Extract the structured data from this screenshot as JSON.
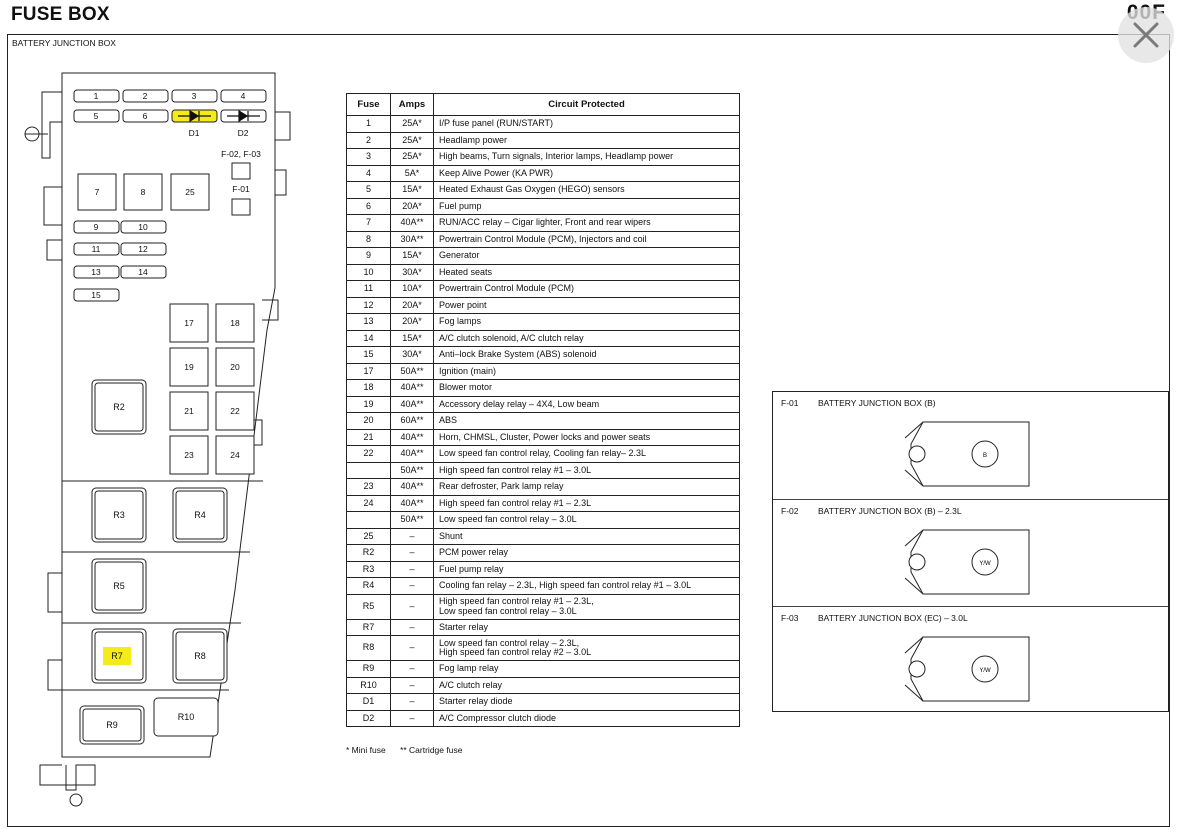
{
  "header": {
    "title": "FUSE BOX",
    "code": "00F",
    "frame_label": "BATTERY JUNCTION BOX"
  },
  "colors": {
    "highlight": "#f5ea1a",
    "line": "#222222"
  },
  "diagram": {
    "mini_fuses": [
      "1",
      "2",
      "3",
      "4",
      "5",
      "6",
      "9",
      "10",
      "11",
      "12",
      "13",
      "14",
      "15"
    ],
    "diodes": [
      "D1",
      "D2"
    ],
    "relay_labels": [
      "F-02, F-03",
      "F-01"
    ],
    "cartridge_fuses": [
      "7",
      "8",
      "25",
      "17",
      "18",
      "19",
      "20",
      "21",
      "22",
      "23",
      "24"
    ],
    "relays": [
      "R2",
      "R3",
      "R4",
      "R5",
      "R7",
      "R8",
      "R9",
      "R10"
    ],
    "highlighted": [
      "D1",
      "R7"
    ]
  },
  "table": {
    "headers": [
      "Fuse",
      "Amps",
      "Circuit Protected"
    ],
    "rows": [
      {
        "fuse": "1",
        "amps": "25A*",
        "circuit": "I/P fuse panel (RUN/START)"
      },
      {
        "fuse": "2",
        "amps": "25A*",
        "circuit": "Headlamp power"
      },
      {
        "fuse": "3",
        "amps": "25A*",
        "circuit": "High beams, Turn signals, Interior lamps, Headlamp power"
      },
      {
        "fuse": "4",
        "amps": "5A*",
        "circuit": "Keep Alive Power (KA PWR)"
      },
      {
        "fuse": "5",
        "amps": "15A*",
        "circuit": "Heated Exhaust Gas Oxygen (HEGO) sensors"
      },
      {
        "fuse": "6",
        "amps": "20A*",
        "circuit": "Fuel pump"
      },
      {
        "fuse": "7",
        "amps": "40A**",
        "circuit": "RUN/ACC relay – Cigar lighter, Front and rear wipers"
      },
      {
        "fuse": "8",
        "amps": "30A**",
        "circuit": "Powertrain Control Module (PCM), Injectors and coil"
      },
      {
        "fuse": "9",
        "amps": "15A*",
        "circuit": "Generator"
      },
      {
        "fuse": "10",
        "amps": "30A*",
        "circuit": "Heated seats"
      },
      {
        "fuse": "11",
        "amps": "10A*",
        "circuit": "Powertrain Control Module (PCM)"
      },
      {
        "fuse": "12",
        "amps": "20A*",
        "circuit": "Power point"
      },
      {
        "fuse": "13",
        "amps": "20A*",
        "circuit": "Fog lamps"
      },
      {
        "fuse": "14",
        "amps": "15A*",
        "circuit": "A/C clutch solenoid, A/C clutch relay"
      },
      {
        "fuse": "15",
        "amps": "30A*",
        "circuit": "Anti–lock Brake System (ABS) solenoid"
      },
      {
        "fuse": "17",
        "amps": "50A**",
        "circuit": "Ignition (main)"
      },
      {
        "fuse": "18",
        "amps": "40A**",
        "circuit": "Blower motor"
      },
      {
        "fuse": "19",
        "amps": "40A**",
        "circuit": "Accessory delay relay – 4X4, Low beam"
      },
      {
        "fuse": "20",
        "amps": "60A**",
        "circuit": "ABS"
      },
      {
        "fuse": "21",
        "amps": "40A**",
        "circuit": "Horn, CHMSL, Cluster, Power locks and power seats"
      },
      {
        "fuse": "22",
        "amps": "40A**",
        "circuit": "Low speed fan control relay, Cooling fan relay– 2.3L"
      },
      {
        "fuse": "",
        "amps": "50A**",
        "circuit": "High speed fan control relay #1 – 3.0L"
      },
      {
        "fuse": "23",
        "amps": "40A**",
        "circuit": "Rear defroster, Park lamp relay"
      },
      {
        "fuse": "24",
        "amps": "40A**",
        "circuit": "High speed fan control relay #1 – 2.3L"
      },
      {
        "fuse": "",
        "amps": "50A**",
        "circuit": "Low speed fan control relay – 3.0L"
      },
      {
        "fuse": "25",
        "amps": "–",
        "circuit": "Shunt"
      },
      {
        "fuse": "R2",
        "amps": "–",
        "circuit": "PCM power relay"
      },
      {
        "fuse": "R3",
        "amps": "–",
        "circuit": "Fuel pump relay"
      },
      {
        "fuse": "R4",
        "amps": "–",
        "circuit": "Cooling fan relay – 2.3L, High speed fan control relay #1 – 3.0L"
      },
      {
        "fuse": "R5",
        "amps": "–",
        "circuit": "High speed fan control relay #1 – 2.3L,",
        "circuit2": "Low speed fan control relay – 3.0L"
      },
      {
        "fuse": "R7",
        "amps": "–",
        "circuit": "Starter relay"
      },
      {
        "fuse": "R8",
        "amps": "–",
        "circuit": "Low speed fan control relay – 2.3L,",
        "circuit2": "High speed fan control relay #2 – 3.0L"
      },
      {
        "fuse": "R9",
        "amps": "–",
        "circuit": "Fog lamp relay"
      },
      {
        "fuse": "R10",
        "amps": "–",
        "circuit": "A/C clutch relay"
      },
      {
        "fuse": "D1",
        "amps": "–",
        "circuit": "Starter relay diode"
      },
      {
        "fuse": "D2",
        "amps": "–",
        "circuit": "A/C Compressor clutch diode"
      }
    ],
    "footnotes": [
      "* Mini fuse",
      "** Cartridge fuse"
    ]
  },
  "connectors": [
    {
      "id": "F-01",
      "title": "BATTERY JUNCTION BOX (B)",
      "pin": "B"
    },
    {
      "id": "F-02",
      "title": "BATTERY JUNCTION BOX (B) – 2.3L",
      "pin": "Y/W"
    },
    {
      "id": "F-03",
      "title": "BATTERY JUNCTION BOX (EC) – 3.0L",
      "pin": "Y/W"
    }
  ]
}
